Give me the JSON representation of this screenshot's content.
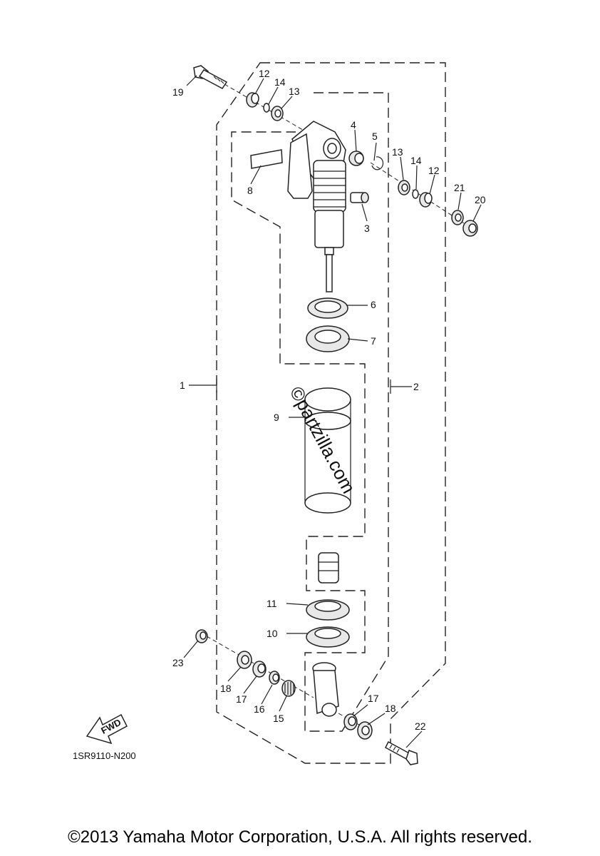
{
  "callouts": {
    "c1": "1",
    "c2": "2",
    "c3": "3",
    "c4": "4",
    "c5": "5",
    "c6": "6",
    "c7": "7",
    "c8": "8",
    "c9": "9",
    "c10": "10",
    "c11": "11",
    "c12a": "12",
    "c12b": "12",
    "c13a": "13",
    "c13b": "13",
    "c14a": "14",
    "c14b": "14",
    "c15": "15",
    "c16": "16",
    "c17a": "17",
    "c17b": "17",
    "c18a": "18",
    "c18b": "18",
    "c19": "19",
    "c20": "20",
    "c21": "21",
    "c22": "22",
    "c23": "23"
  },
  "fwd_label": "FWD",
  "diagram_code": "1SR9110-N200",
  "watermark": "©partzilla.com",
  "copyright": "©2013 Yamaha Motor Corporation, U.S.A. All rights reserved."
}
